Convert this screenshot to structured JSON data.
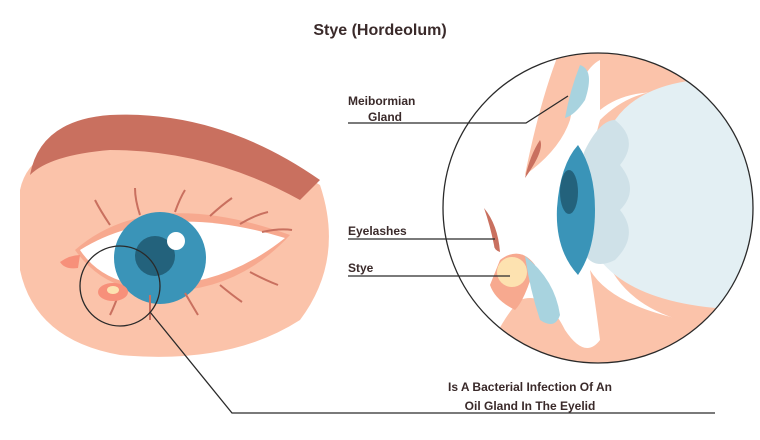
{
  "title": "Stye (Hordeolum)",
  "labels": {
    "meibomian_line1": "Meibormian",
    "meibomian_line2": "Gland",
    "eyelashes": "Eyelashes",
    "stye": "Stye"
  },
  "caption": {
    "line1": "Is A Bacterial Infection Of An",
    "line2": "Oil Gland In The Eyelid"
  },
  "colors": {
    "skin": "#fbc3aa",
    "brow": "#c9705f",
    "iris": "#3a94b8",
    "pupil": "#23627c",
    "sclera_light": "#e3eff3",
    "stye": "#fde2b0",
    "gland": "#a8d3df",
    "line": "#2a2a2a"
  }
}
